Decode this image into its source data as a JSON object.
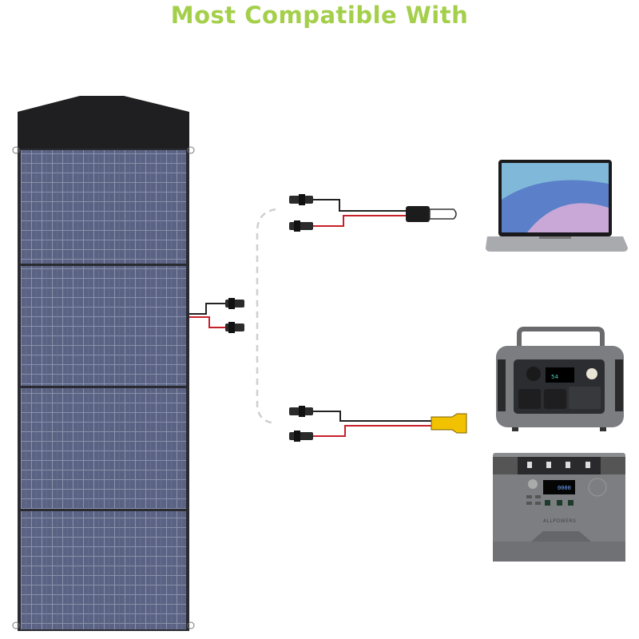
{
  "header": {
    "title": "Most Compatible With"
  },
  "products": {
    "panel": "foldable-solar-panel",
    "devices": [
      "laptop",
      "portable-power-station-small",
      "portable-power-station-large"
    ],
    "brand_logo": "ALLPOWERS"
  },
  "colors": {
    "title": "#a4cf4a",
    "cell": "#5b6384",
    "cable_red": "#c8202a",
    "dashed": "#cccccc"
  }
}
